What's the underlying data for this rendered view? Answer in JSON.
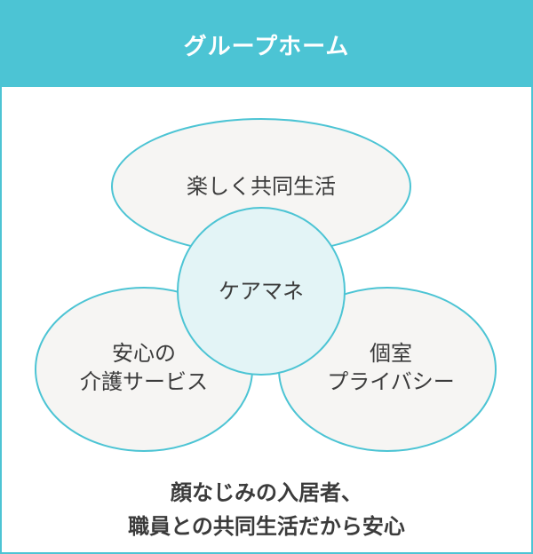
{
  "title": "グループホーム",
  "diagram": {
    "top": "楽しく共同生活",
    "center": "ケアマネ",
    "left_line1": "安心の",
    "left_line2": "介護サービス",
    "right_line1": "個室",
    "right_line2": "プライバシー"
  },
  "footer": {
    "line1": "顔なじみの入居者、",
    "line2": "職員との共同生活だから安心"
  },
  "colors": {
    "accent": "#4cc4d4",
    "circle_fill": "#f6f5f3",
    "center_fill": "#e3f4f6",
    "text": "#3b3b3b"
  }
}
